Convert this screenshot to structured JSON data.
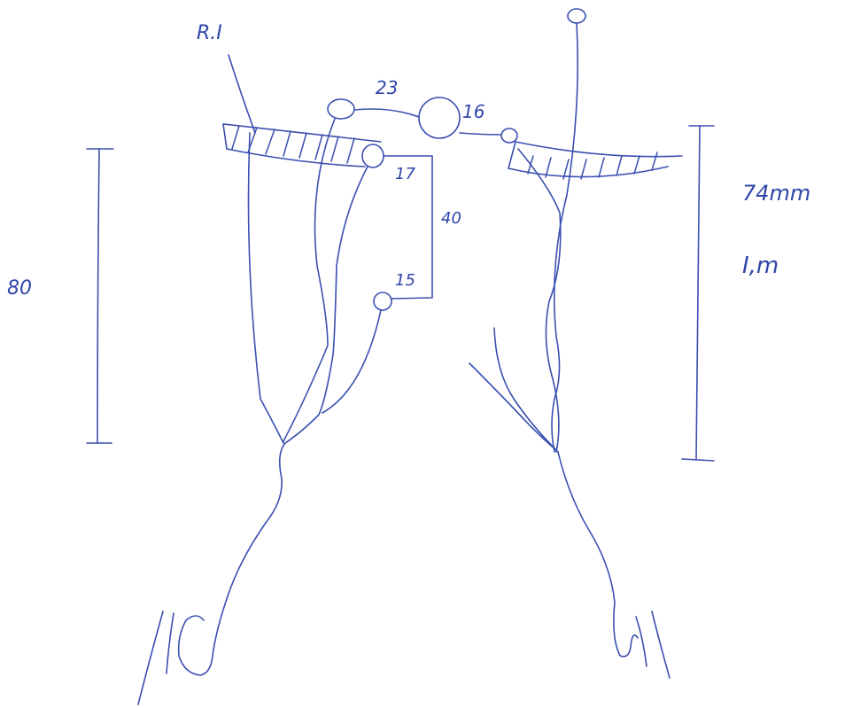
{
  "labels": {
    "side_label_left": "R.I",
    "measure_23": "23",
    "measure_16": "16",
    "measure_17": "17",
    "measure_40": "40",
    "measure_15": "15",
    "height_left": "80",
    "height_right": "74mm",
    "side_label_right": "I,m"
  },
  "colors": {
    "ink": "#3a4fb0",
    "paper": "#ffffff"
  }
}
